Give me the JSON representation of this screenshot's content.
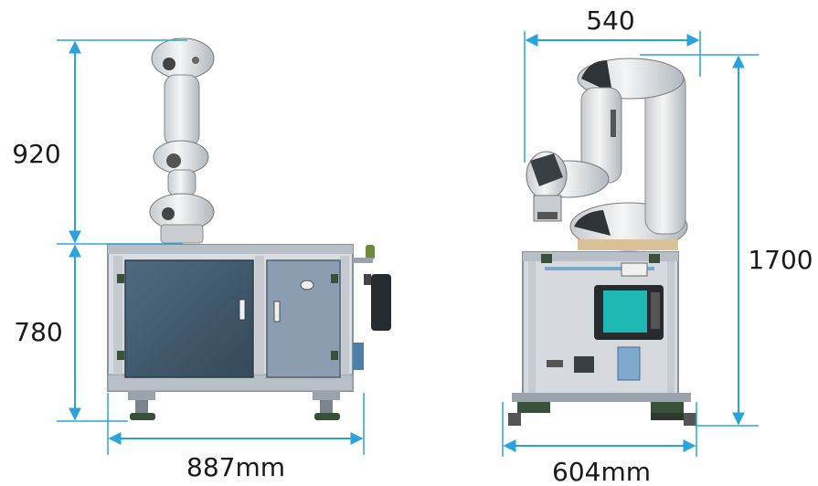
{
  "colors": {
    "dimension_line": "#2aa3dc",
    "frame": "#b8bfc6",
    "door_panel": "#3f5668",
    "side_panel": "#8d9db1",
    "robot_arm": "#e8eaec",
    "robot_shadow": "#a7adb3",
    "screen": "#1fb7b3",
    "foot": "#38503a"
  },
  "dimensions": {
    "arm_height": "920",
    "cabinet_height": "780",
    "cabinet_width": "887mm",
    "arm_reach": "540",
    "total_height": "1700",
    "depth": "604mm"
  },
  "icons": {
    "front_view": "robot-cart-front-view",
    "side_view": "robot-cart-side-view"
  }
}
